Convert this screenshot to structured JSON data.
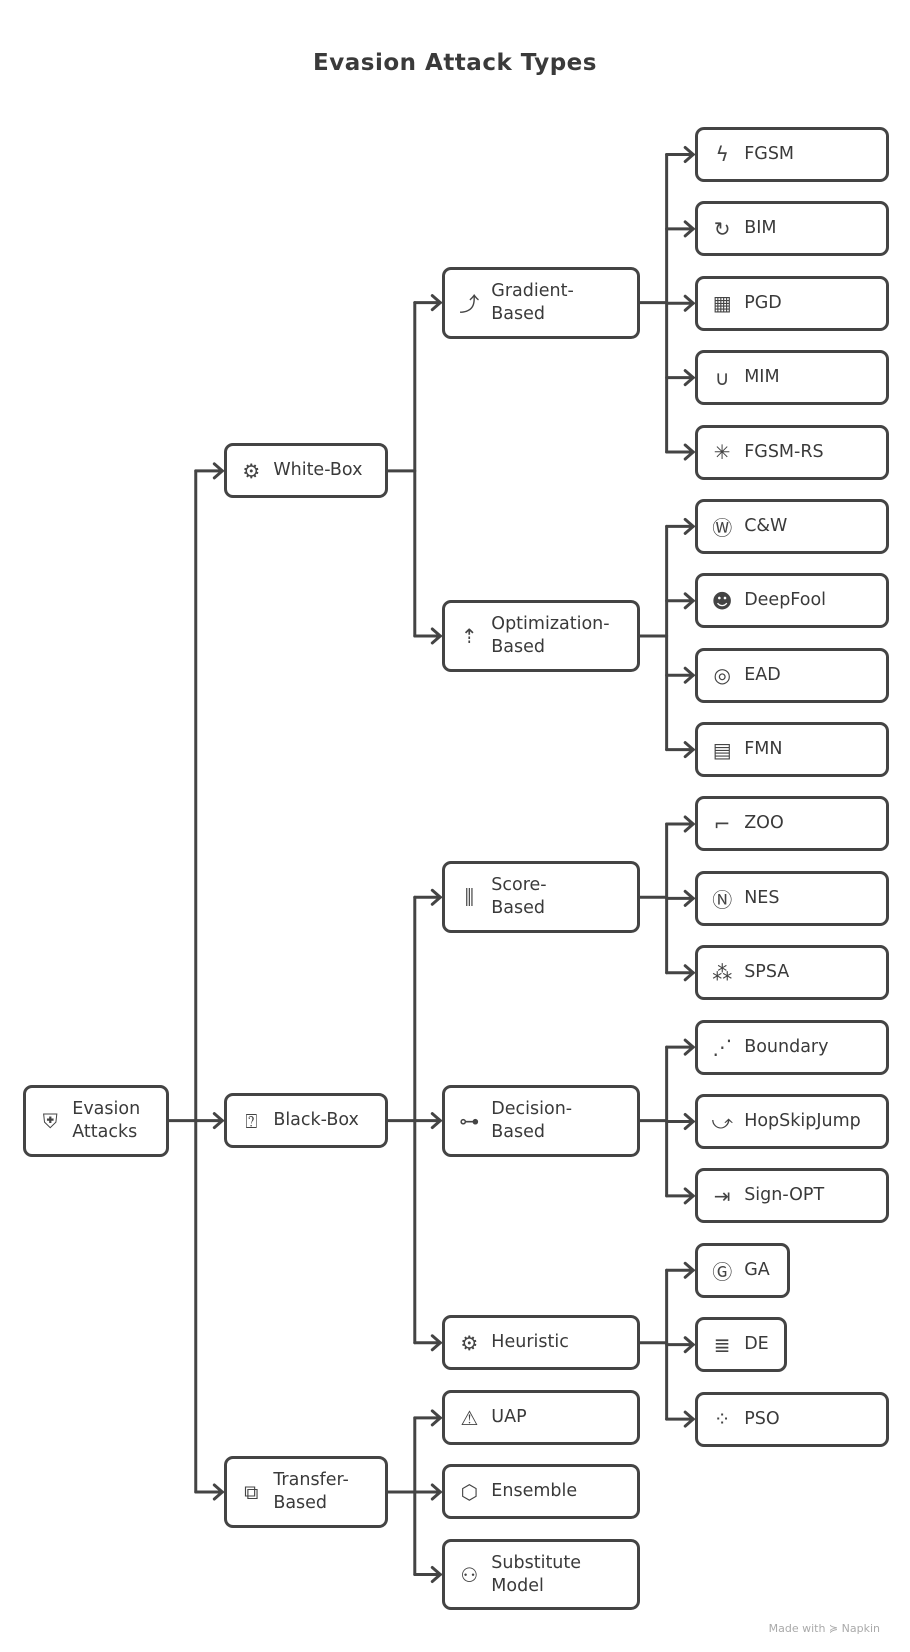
{
  "title": "Evasion Attack Types",
  "footer": "Made with ≽ Napkin",
  "colors": {
    "stroke": "#444444",
    "text": "#3a3a3a",
    "footer": "#aaaaaa"
  },
  "tree": {
    "id": "root",
    "lines": [
      "Evasion",
      "Attacks"
    ],
    "icon": "shield-icon",
    "children": [
      {
        "id": "whitebox",
        "lines": [
          "White-Box"
        ],
        "icon": "book-gear-icon",
        "children": [
          {
            "id": "gradient",
            "lines": [
              "Gradient-",
              "Based"
            ],
            "icon": "curve-arrow-icon",
            "children": [
              {
                "id": "fgsm",
                "lines": [
                  "FGSM"
                ],
                "icon": "lightning-icon"
              },
              {
                "id": "bim",
                "lines": [
                  "BIM"
                ],
                "icon": "iterate-icon"
              },
              {
                "id": "pgd",
                "lines": [
                  "PGD"
                ],
                "icon": "grid-projection-icon"
              },
              {
                "id": "mim",
                "lines": [
                  "MIM"
                ],
                "icon": "magnet-icon"
              },
              {
                "id": "fgsmrs",
                "lines": [
                  "FGSM-RS"
                ],
                "icon": "burst-icon"
              }
            ]
          },
          {
            "id": "optimization",
            "lines": [
              "Optimization-",
              "Based"
            ],
            "icon": "optimize-icon",
            "children": [
              {
                "id": "cw",
                "lines": [
                  "C&W"
                ],
                "icon": "w-box-icon"
              },
              {
                "id": "deepfool",
                "lines": [
                  "DeepFool"
                ],
                "icon": "fool-face-icon"
              },
              {
                "id": "ead",
                "lines": [
                  "EAD"
                ],
                "icon": "target-icon"
              },
              {
                "id": "fmn",
                "lines": [
                  "FMN"
                ],
                "icon": "table-icon"
              }
            ]
          }
        ]
      },
      {
        "id": "blackbox",
        "lines": [
          "Black-Box"
        ],
        "icon": "box-question-icon",
        "children": [
          {
            "id": "score",
            "lines": [
              "Score-",
              "Based"
            ],
            "icon": "bar-people-icon",
            "children": [
              {
                "id": "zoo",
                "lines": [
                  "ZOO"
                ],
                "icon": "pipe-icon"
              },
              {
                "id": "nes",
                "lines": [
                  "NES"
                ],
                "icon": "n-circle-icon"
              },
              {
                "id": "spsa",
                "lines": [
                  "SPSA"
                ],
                "icon": "particles-icon"
              }
            ]
          },
          {
            "id": "decision",
            "lines": [
              "Decision-",
              "Based"
            ],
            "icon": "decision-tree-icon",
            "children": [
              {
                "id": "boundary",
                "lines": [
                  "Boundary"
                ],
                "icon": "scatter-icon"
              },
              {
                "id": "hsj",
                "lines": [
                  "HopSkipJump"
                ],
                "icon": "jump-icon"
              },
              {
                "id": "signopt",
                "lines": [
                  "Sign-OPT"
                ],
                "icon": "sign-out-icon"
              }
            ]
          },
          {
            "id": "heuristic",
            "lines": [
              "Heuristic"
            ],
            "icon": "gear-bulb-icon",
            "children": [
              {
                "id": "ga",
                "lines": [
                  "GA"
                ],
                "icon": "ga-box-icon"
              },
              {
                "id": "de",
                "lines": [
                  "DE"
                ],
                "icon": "coins-icon"
              },
              {
                "id": "pso",
                "lines": [
                  "PSO"
                ],
                "icon": "swarm-icon"
              }
            ]
          }
        ]
      },
      {
        "id": "transfer",
        "lines": [
          "Transfer-",
          "Based"
        ],
        "icon": "puzzle-icon",
        "children": [
          {
            "id": "uap",
            "lines": [
              "UAP"
            ],
            "icon": "warning-image-icon"
          },
          {
            "id": "ensemble",
            "lines": [
              "Ensemble"
            ],
            "icon": "hexagon-icon"
          },
          {
            "id": "substitute",
            "lines": [
              "Substitute",
              "Model"
            ],
            "icon": "person-swap-icon"
          }
        ]
      }
    ]
  }
}
